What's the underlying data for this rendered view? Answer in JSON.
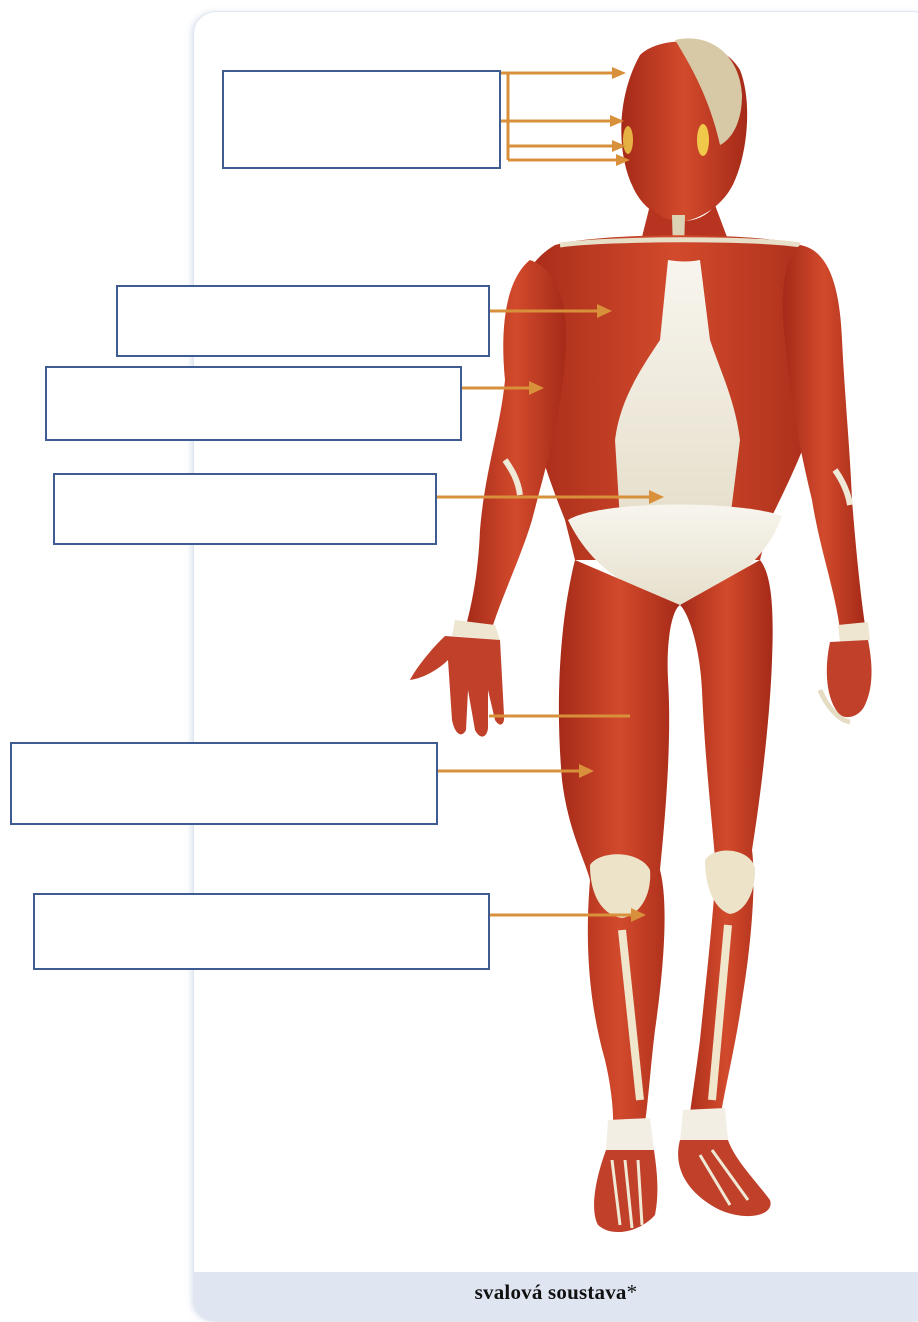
{
  "caption": {
    "title": "svalová soustava",
    "marker": "*"
  },
  "labels": [
    {
      "id": "head-face",
      "text": ""
    },
    {
      "id": "chest",
      "text": ""
    },
    {
      "id": "upper-arm",
      "text": ""
    },
    {
      "id": "abdomen",
      "text": ""
    },
    {
      "id": "thigh",
      "text": ""
    },
    {
      "id": "lower-leg",
      "text": ""
    }
  ],
  "colors": {
    "muscle": "#c93a22",
    "tendon": "#f2f0e6",
    "arrow": "#d9903a",
    "box_border": "#3f5c92"
  }
}
